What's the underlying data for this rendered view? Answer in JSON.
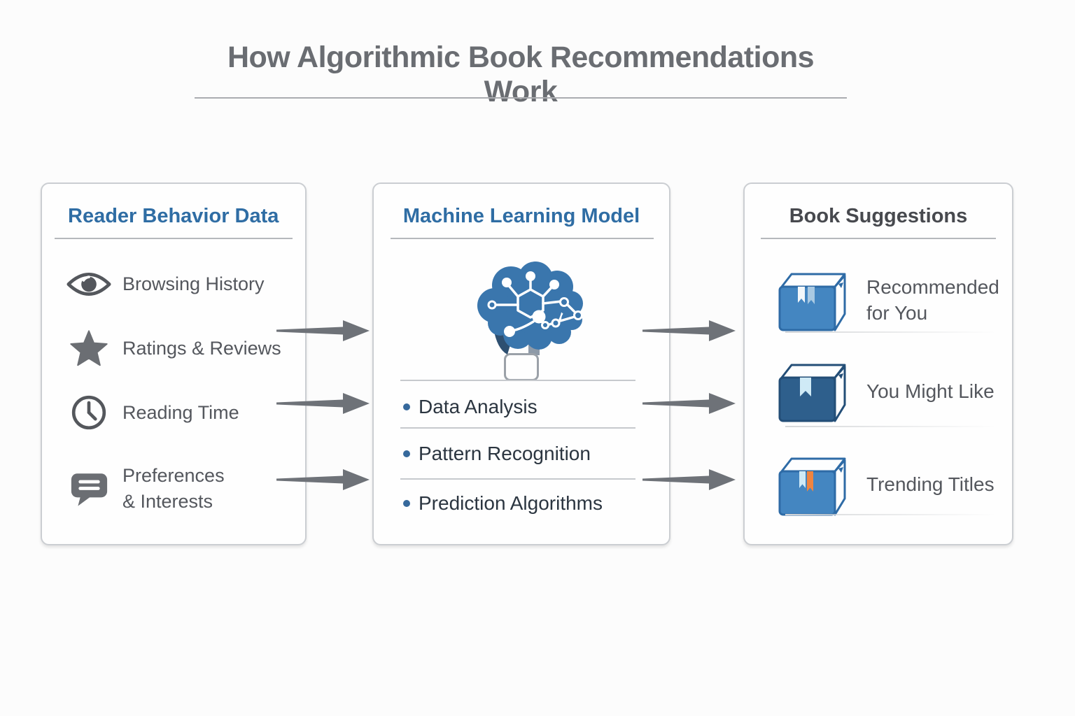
{
  "title": "How Algorithmic Book Recommendations Work",
  "panels": {
    "reader": {
      "title": "Reader Behavior Data",
      "items": [
        {
          "icon": "eye-icon",
          "lines": [
            "Browsing History"
          ]
        },
        {
          "icon": "star-icon",
          "lines": [
            "Ratings & Reviews"
          ]
        },
        {
          "icon": "clock-icon",
          "lines": [
            "Reading Time"
          ]
        },
        {
          "icon": "speech-bubble-icon",
          "lines": [
            "Preferences",
            "& Interests"
          ]
        }
      ]
    },
    "model": {
      "title": "Machine Learning Model",
      "icon": "brain-network-icon",
      "items": [
        {
          "label": "Data Analysis"
        },
        {
          "label": "Pattern Recognition"
        },
        {
          "label": "Prediction Algorithms"
        }
      ]
    },
    "suggestions": {
      "title": "Book Suggestions",
      "items": [
        {
          "icon": "book-two-bookmarks-blue-icon",
          "lines": [
            "Recommended",
            "for You"
          ]
        },
        {
          "icon": "book-bookmark-navy-icon",
          "lines": [
            "You Might Like"
          ]
        },
        {
          "icon": "book-bookmarks-orange-icon",
          "lines": [
            "Trending Titles"
          ]
        }
      ]
    }
  },
  "colors": {
    "heading_blue": "#2f6da4",
    "heading_gray": "#47494e",
    "title_gray": "#6a6d72",
    "body_text": "#54575d",
    "list_text": "#2b3540",
    "icon_gray": "#5b5e63",
    "brain_blue": "#3a76ad",
    "book_blue": "#4486c1",
    "book_navy": "#2e5f8c",
    "bookmark_light_blue": "#cfeaf6",
    "bookmark_steel_blue": "#a9c9e2",
    "bookmark_orange": "#ef8440",
    "arrow_gray": "#6e7278",
    "panel_border": "#cbced2"
  }
}
